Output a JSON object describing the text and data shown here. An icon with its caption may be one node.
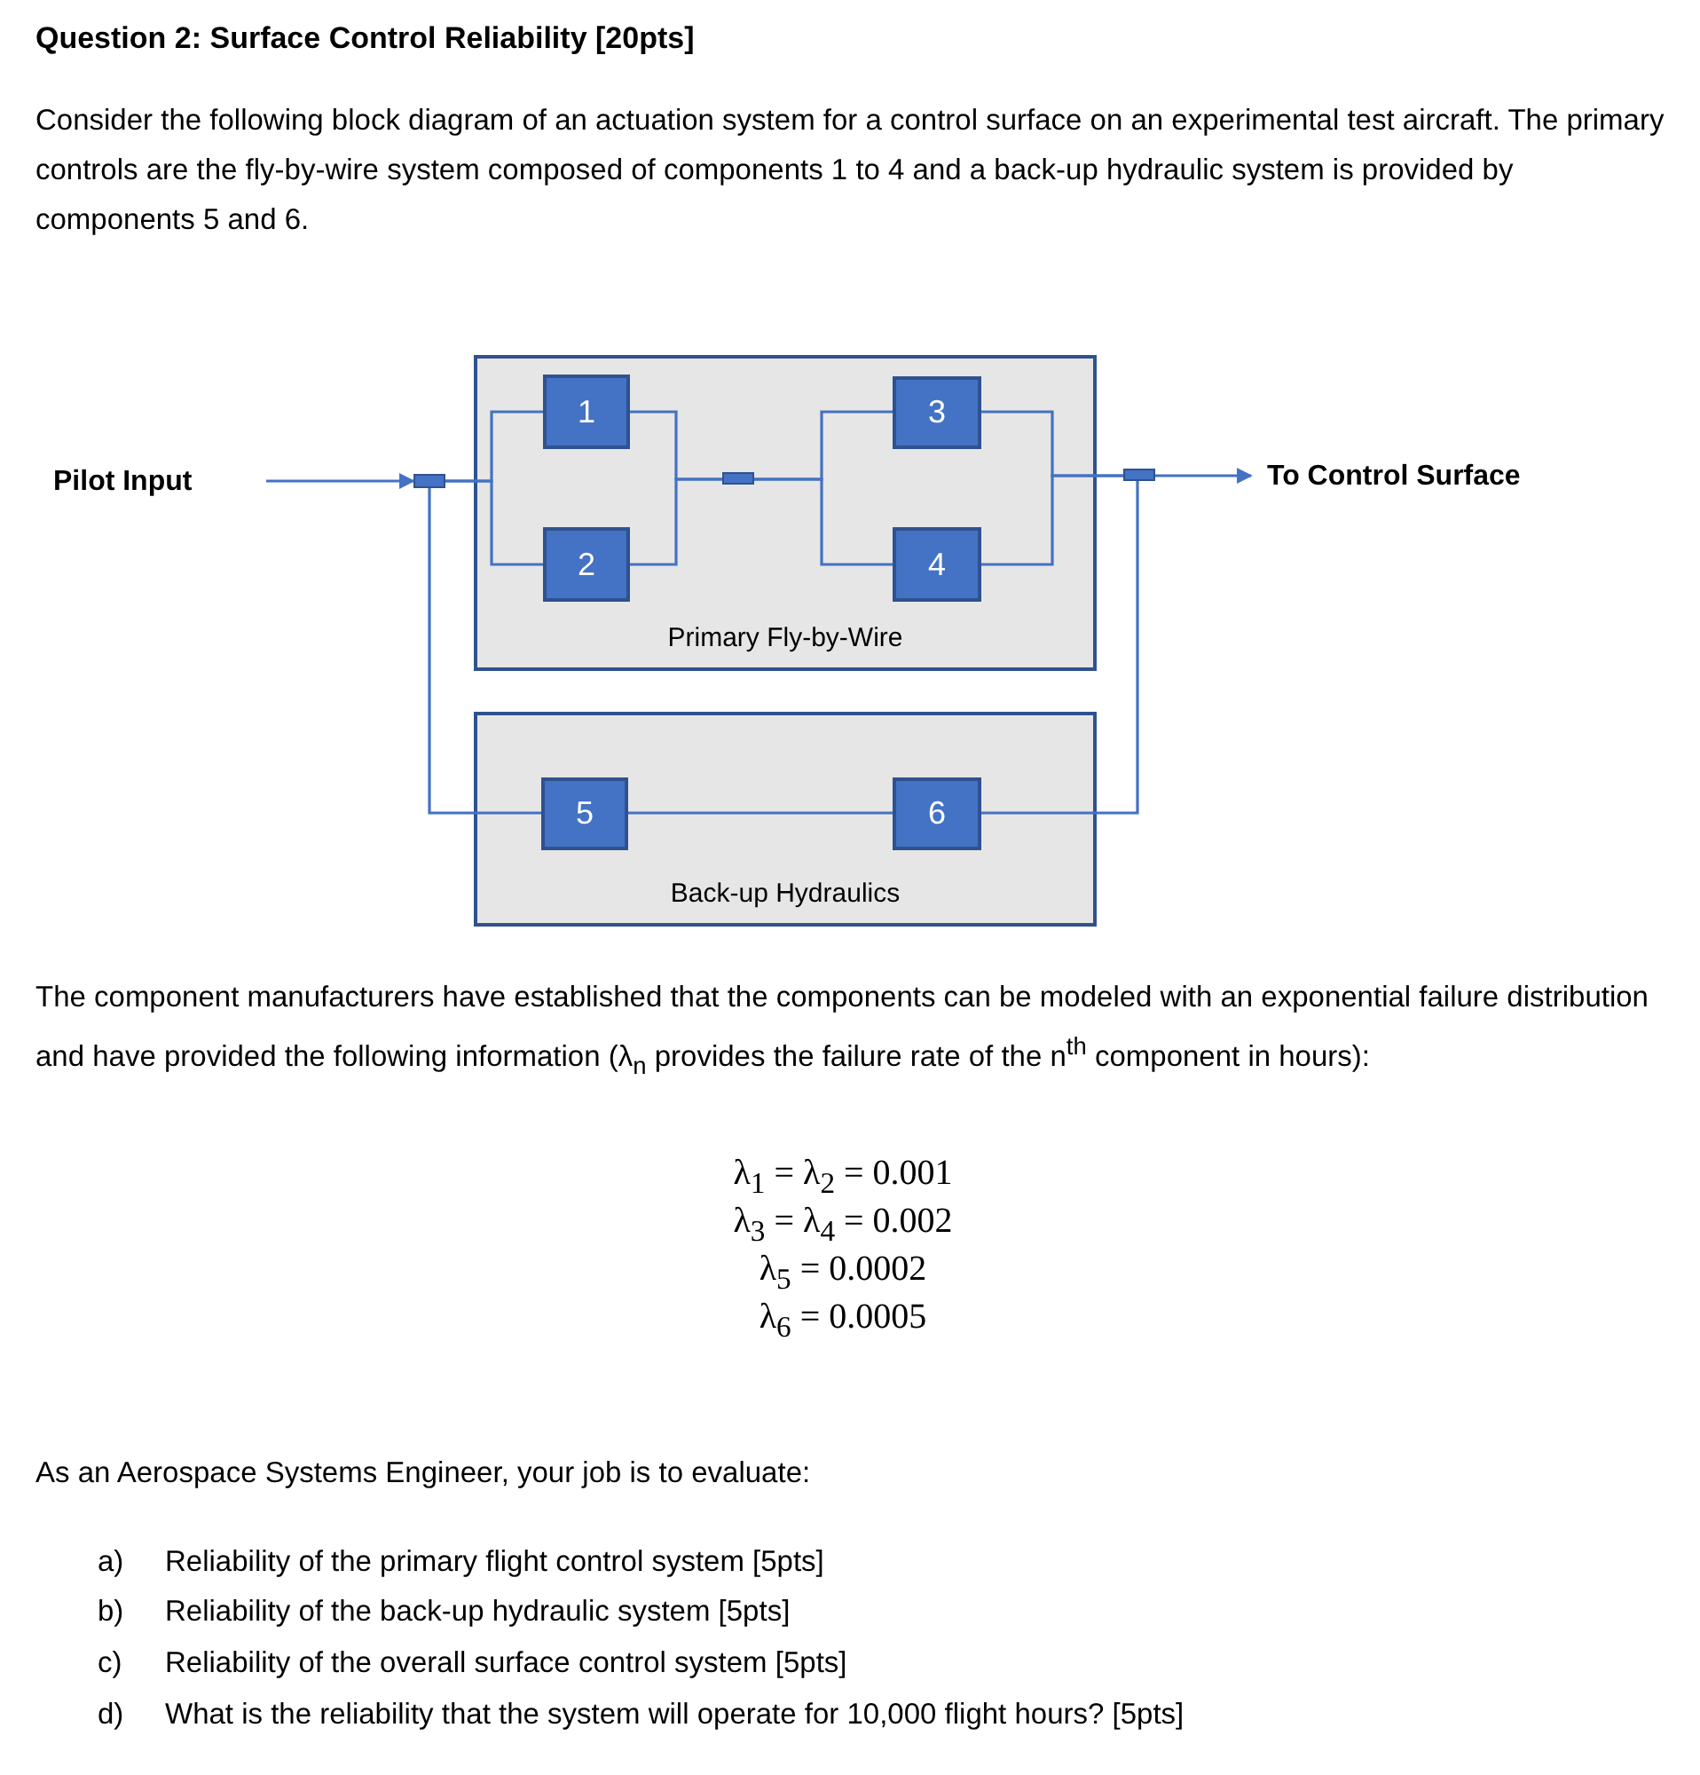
{
  "diagram": {
    "title": "Question 2: Surface Control Reliability [20pts]",
    "nodes": [
      {
        "text": [
          "Pilot Input"
        ]
      },
      {
        "text": [
          "Primary Fly-by-Wire"
        ]
      },
      {
        "text": [
          "1"
        ],
        "in": 1
      },
      {
        "text": [
          "2"
        ],
        "in": 1
      },
      {
        "text": [
          "3"
        ],
        "in": 1
      },
      {
        "text": [
          "4"
        ],
        "in": 1
      },
      {
        "text": [
          "Back-up Hydraulics"
        ]
      },
      {
        "text": [
          "5"
        ],
        "in": 6
      },
      {
        "text": [
          "6"
        ],
        "in": 6
      },
      {
        "text": [
          "To Control Surface"
        ]
      },
      {
        "text": [],
        "shape": "bar"
      },
      {
        "text": [],
        "shape": "bar",
        "in": 1
      },
      {
        "text": [],
        "shape": "bar"
      }
    ],
    "edges": [
      {
        "from": 0,
        "to": 10,
        "arrow": "to"
      },
      {
        "from": 10,
        "to": 2,
        "arrow": "none"
      },
      {
        "from": 10,
        "to": 3,
        "arrow": "none"
      },
      {
        "from": 2,
        "to": 11,
        "arrow": "none"
      },
      {
        "from": 3,
        "to": 11,
        "arrow": "none"
      },
      {
        "from": 11,
        "to": 4,
        "arrow": "none"
      },
      {
        "from": 11,
        "to": 5,
        "arrow": "none"
      },
      {
        "from": 4,
        "to": 12,
        "arrow": "none"
      },
      {
        "from": 5,
        "to": 12,
        "arrow": "none"
      },
      {
        "from": 10,
        "to": 7,
        "arrow": "none"
      },
      {
        "from": 7,
        "to": 8,
        "arrow": "none"
      },
      {
        "from": 8,
        "to": 12,
        "arrow": "none"
      },
      {
        "from": 12,
        "to": 9,
        "arrow": "to"
      }
    ],
    "labels": [
      "Consider the following block diagram of an actuation system for a control surface on an experimental test aircraft. The primary controls are the fly-by-wire system composed of components 1 to 4 and a back-up hydraulic system is provided by components 5 and 6.",
      "The component manufacturers have established that the components can be modeled with an exponential failure distribution and have provided the following information (λ$_{n}$ provides the failure rate of the n$^{th}$ component in hours):",
      "λ$_{1}$ = λ$_{2}$ = 0.001",
      "λ$_{3}$ = λ$_{4}$ = 0.002",
      "λ$_{5}$ = 0.0002",
      "λ$_{6}$ = 0.0005",
      "As an Aerospace Systems Engineer, your job is to evaluate:",
      "a)",
      "Reliability of the primary flight control system [5pts]",
      "b)",
      "Reliability of the back-up hydraulic system [5pts]",
      "c)",
      "Reliability of the overall surface control system [5pts]",
      "d)",
      "What is the reliability that the system will operate for 10,000 flight hours? [5pts]"
    ]
  }
}
